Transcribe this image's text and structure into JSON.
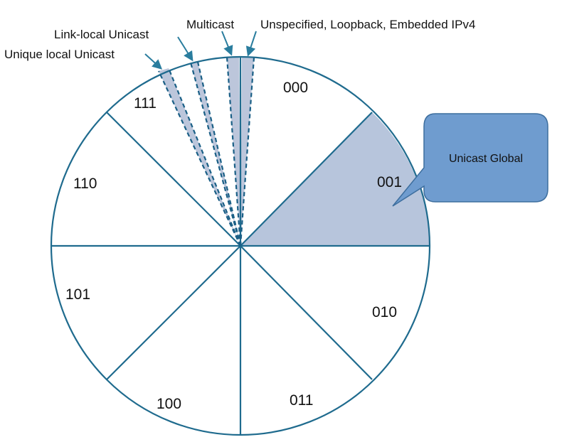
{
  "diagram": {
    "colors": {
      "stroke": "#1f6b8e",
      "dashed_stroke": "#1a5f86",
      "highlight_fill": "#b7c5dc",
      "narrow_fill": "#bcc6db",
      "callout_fill": "#6f9ccf",
      "callout_stroke": "#3d6e9e",
      "arrow": "#2a7d9e",
      "text": "#111111"
    },
    "sectors": [
      {
        "id": "000",
        "label": "000"
      },
      {
        "id": "001",
        "label": "001"
      },
      {
        "id": "010",
        "label": "010"
      },
      {
        "id": "011",
        "label": "011"
      },
      {
        "id": "100",
        "label": "100"
      },
      {
        "id": "101",
        "label": "101"
      },
      {
        "id": "110",
        "label": "110"
      },
      {
        "id": "111",
        "label": "111"
      }
    ],
    "callout": {
      "label": "Unicast Global"
    },
    "annotations": [
      {
        "id": "unique-local",
        "label": "Unique local Unicast"
      },
      {
        "id": "link-local",
        "label": "Link-local Unicast"
      },
      {
        "id": "multicast",
        "label": "Multicast"
      },
      {
        "id": "unspecified",
        "label": "Unspecified, Loopback, Embedded IPv4"
      }
    ]
  }
}
